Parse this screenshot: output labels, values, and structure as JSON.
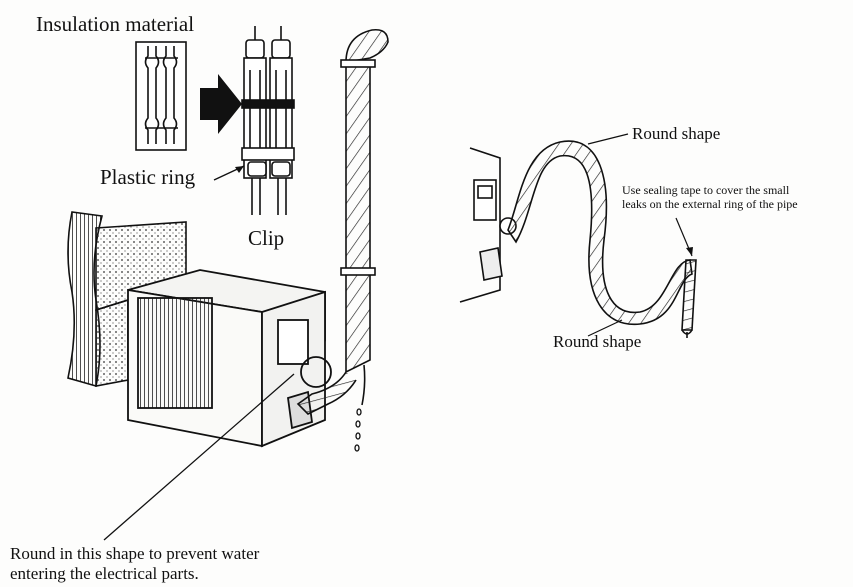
{
  "labels": {
    "insulation_material": "Insulation material",
    "plastic_ring": "Plastic ring",
    "clip": "Clip",
    "round_shape_top": "Round shape",
    "round_shape_bottom": "Round shape",
    "sealing_tape_line1": "Use sealing tape to cover the small",
    "sealing_tape_line2": "leaks on the external ring of the pipe",
    "water_note_line1": "Round in this shape to prevent water",
    "water_note_line2": "entering the electrical parts."
  },
  "colors": {
    "ink": "#111111",
    "paper": "#fdfdfc",
    "arrow": "#111111"
  }
}
